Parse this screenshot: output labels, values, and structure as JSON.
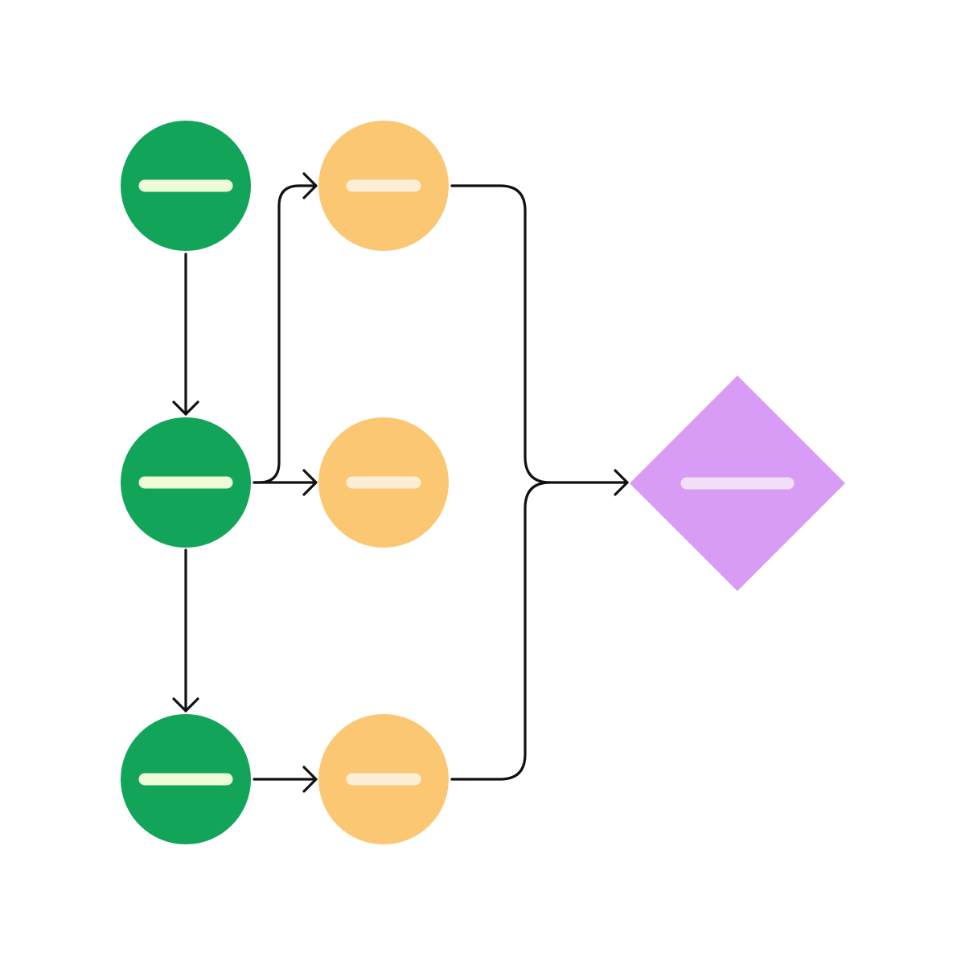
{
  "colors": {
    "background": "#ffffff",
    "connector": "#111111",
    "start_node_fill": "#12a55a",
    "start_node_bar": "#eefbd6",
    "middle_node_fill": "#fcc773",
    "middle_node_bar": "#fdeed6",
    "decision_fill": "#d89cf6",
    "decision_bar": "#f3def8"
  },
  "nodes": [
    {
      "id": "green-node-1",
      "shape": "circle",
      "kind": "start",
      "label": ""
    },
    {
      "id": "green-node-2",
      "shape": "circle",
      "kind": "start",
      "label": ""
    },
    {
      "id": "green-node-3",
      "shape": "circle",
      "kind": "start",
      "label": ""
    },
    {
      "id": "orange-node-1",
      "shape": "circle",
      "kind": "middle",
      "label": ""
    },
    {
      "id": "orange-node-2",
      "shape": "circle",
      "kind": "middle",
      "label": ""
    },
    {
      "id": "orange-node-3",
      "shape": "circle",
      "kind": "middle",
      "label": ""
    },
    {
      "id": "purple-decision",
      "shape": "diamond",
      "kind": "decision",
      "label": ""
    }
  ],
  "edges": [
    {
      "from": "green-node-1",
      "to": "green-node-2",
      "arrow": true
    },
    {
      "from": "green-node-2",
      "to": "green-node-3",
      "arrow": true
    },
    {
      "from": "green-node-2",
      "to": "orange-node-1",
      "arrow": true
    },
    {
      "from": "green-node-2",
      "to": "orange-node-2",
      "arrow": true
    },
    {
      "from": "green-node-3",
      "to": "orange-node-3",
      "arrow": true
    },
    {
      "from": "orange-node-1",
      "to": "purple-decision",
      "arrow": true,
      "merged": true
    },
    {
      "from": "orange-node-3",
      "to": "purple-decision",
      "arrow": true,
      "merged": true
    }
  ]
}
